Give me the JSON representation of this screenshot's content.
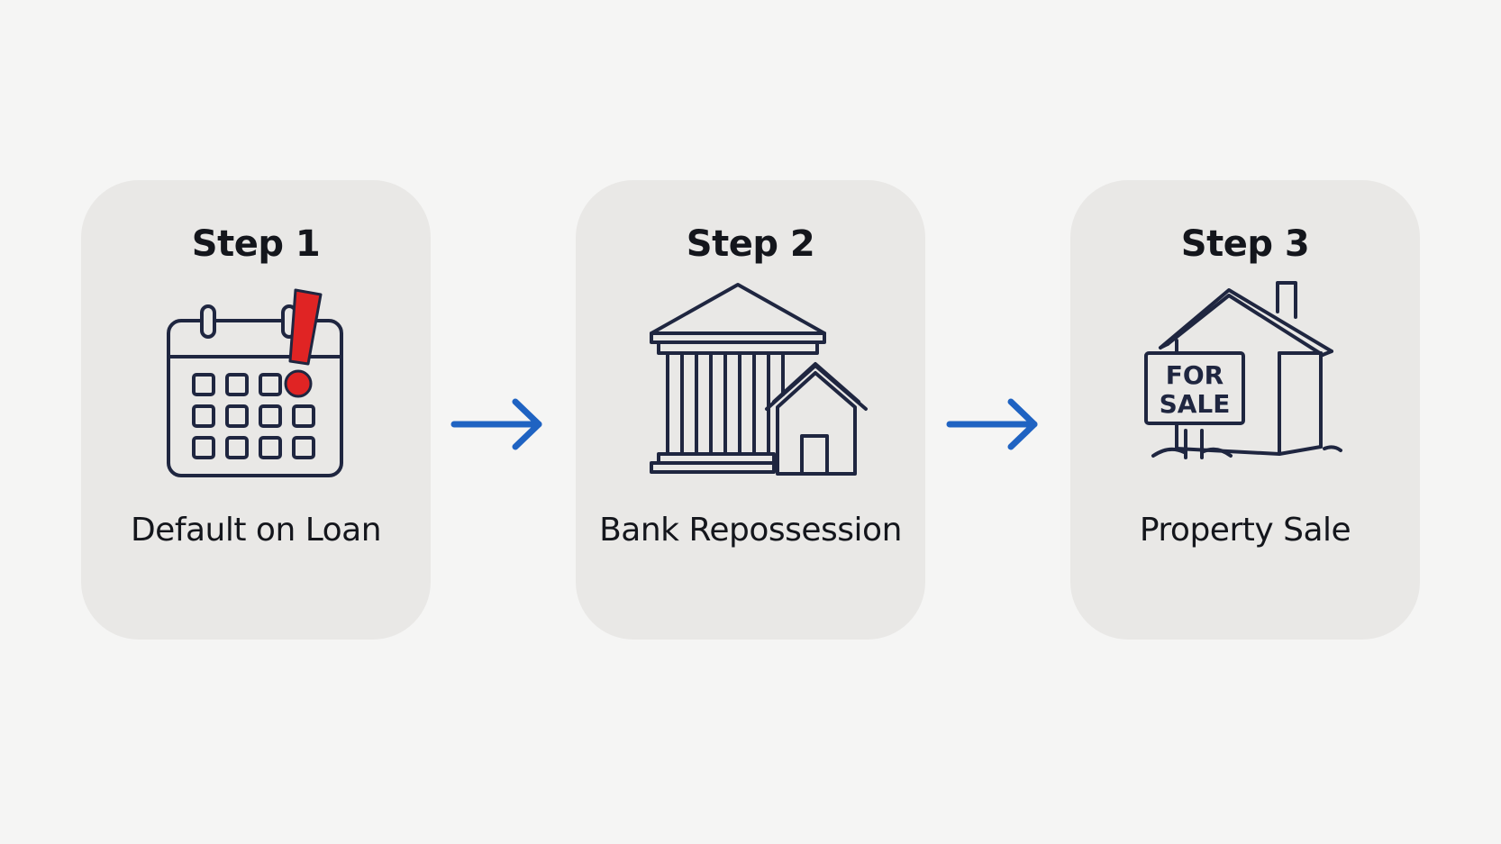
{
  "steps": [
    {
      "title": "Step 1",
      "label": "Default on Loan",
      "icon": "calendar-alert-icon"
    },
    {
      "title": "Step 2",
      "label": "Bank Repossession",
      "icon": "bank-house-icon"
    },
    {
      "title": "Step 3",
      "label": "Property Sale",
      "icon": "house-for-sale-icon"
    }
  ],
  "sign": {
    "line1": "FOR",
    "line2": "SALE"
  },
  "colors": {
    "background": "#f5f5f4",
    "card": "#e9e8e6",
    "text": "#14161c",
    "icon_stroke": "#1f2640",
    "alert": "#e02424",
    "arrow": "#1f63c2"
  }
}
